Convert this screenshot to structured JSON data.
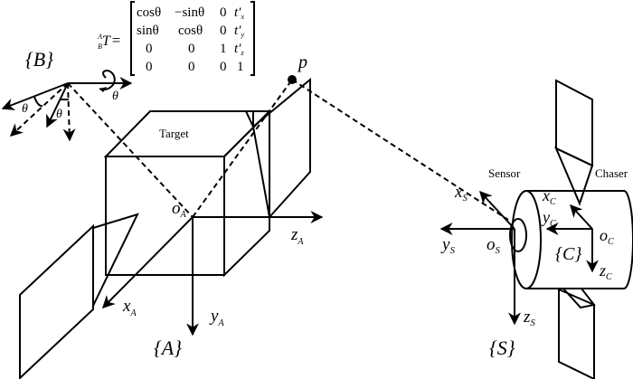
{
  "diagram": {
    "matrix": {
      "lhs_sup": "A",
      "lhs_sub": "B",
      "lhs_main": "T",
      "equals": "=",
      "rows": [
        [
          "cosθ",
          "−sinθ",
          "0",
          "t′x"
        ],
        [
          "sinθ",
          "cosθ",
          "0",
          "t′y"
        ],
        [
          "0",
          "0",
          "1",
          "t′z"
        ],
        [
          "0",
          "0",
          "0",
          "1"
        ]
      ],
      "cells": {
        "r0c0": "cosθ",
        "r0c1": "−sinθ",
        "r0c2": "0",
        "r0c3": "t′",
        "r0c3sub": "x",
        "r1c0": "sinθ",
        "r1c1": "cosθ",
        "r1c2": "0",
        "r1c3": "t′",
        "r1c3sub": "y",
        "r2c0": "0",
        "r2c1": "0",
        "r2c2": "1",
        "r2c3": "t′",
        "r2c3sub": "z",
        "r3c0": "0",
        "r3c1": "0",
        "r3c2": "0",
        "r3c3": "1"
      }
    },
    "frames": {
      "B": "{B}",
      "A": "{A}",
      "S": "{S}",
      "C": "{C}"
    },
    "labels": {
      "target": "Target",
      "sensor": "Sensor",
      "chaser": "Chaser",
      "point": "p",
      "theta": "θ"
    },
    "axes": {
      "oA": {
        "main": "o",
        "sub": "A"
      },
      "xA": {
        "main": "x",
        "sub": "A"
      },
      "yA": {
        "main": "y",
        "sub": "A"
      },
      "zA": {
        "main": "z",
        "sub": "A"
      },
      "xS": {
        "main": "x",
        "sub": "S"
      },
      "yS": {
        "main": "y",
        "sub": "S"
      },
      "zS": {
        "main": "z",
        "sub": "S"
      },
      "oS": {
        "main": "o",
        "sub": "S"
      },
      "xC": {
        "main": "x",
        "sub": "C"
      },
      "yC": {
        "main": "y",
        "sub": "C"
      },
      "zC": {
        "main": "z",
        "sub": "C"
      },
      "oC": {
        "main": "o",
        "sub": "C"
      }
    }
  }
}
